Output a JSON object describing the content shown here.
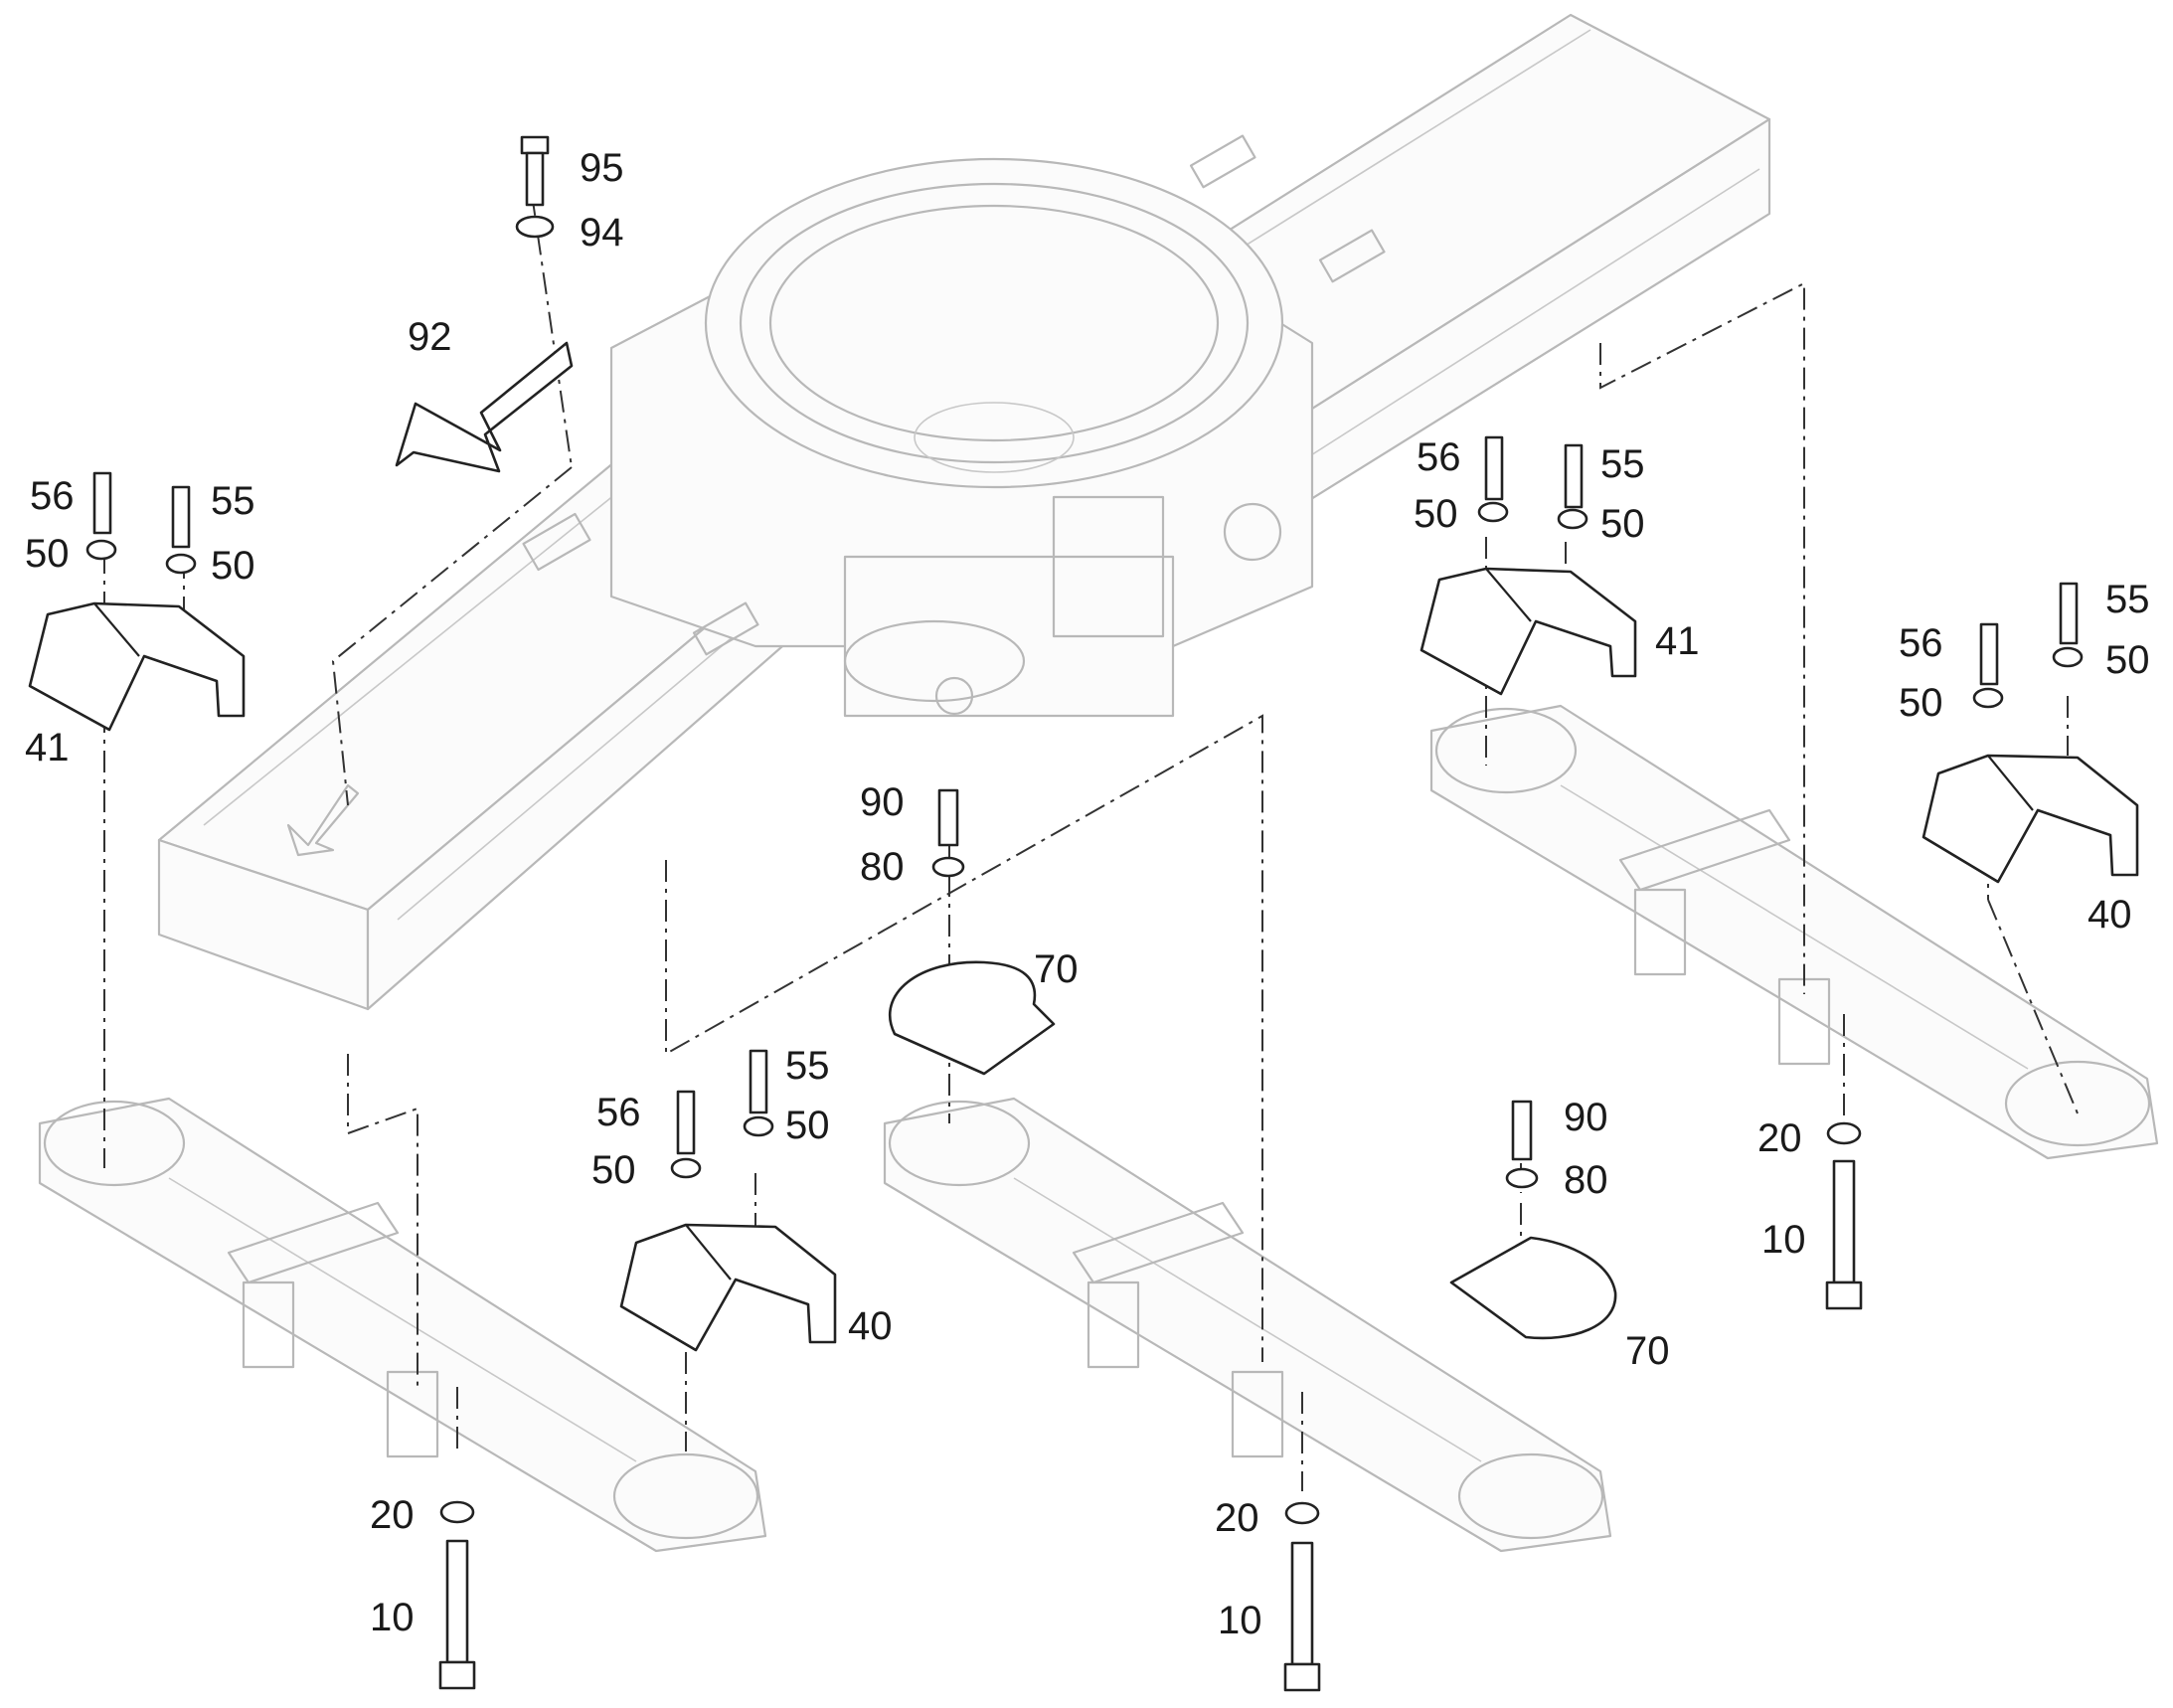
{
  "diagram": {
    "callouts": {
      "c95": "95",
      "c94": "94",
      "c92": "92",
      "c56_a": "56",
      "c55_a": "55",
      "c50_a1": "50",
      "c50_a2": "50",
      "c41_a": "41",
      "c56_b": "56",
      "c55_b": "55",
      "c50_b1": "50",
      "c50_b2": "50",
      "c41_b": "41",
      "c56_c": "56",
      "c55_c": "55",
      "c50_c1": "50",
      "c50_c2": "50",
      "c40_c": "40",
      "c56_d": "56",
      "c55_d": "55",
      "c50_d1": "50",
      "c50_d2": "50",
      "c40_d": "40",
      "c90_a": "90",
      "c80_a": "80",
      "c70_a": "70",
      "c90_b": "90",
      "c80_b": "80",
      "c70_b": "70",
      "c20_a": "20",
      "c10_a": "10",
      "c20_b": "20",
      "c10_b": "10",
      "c20_c": "20",
      "c10_c": "10"
    }
  }
}
